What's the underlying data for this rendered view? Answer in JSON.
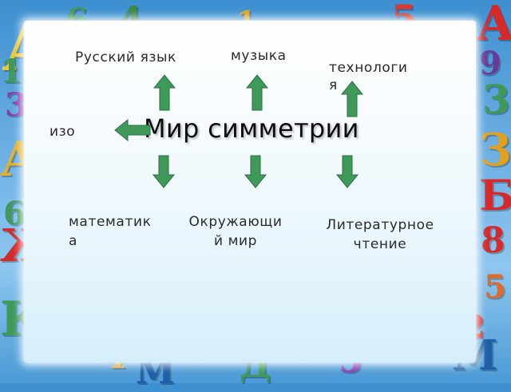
{
  "title": "Мир симметрии",
  "labels": {
    "russian": "Русский язык",
    "music": "музыка",
    "tech_line1": "технологи",
    "tech_line2": "я",
    "art": "изо",
    "math_line1": "математик",
    "math_line2": "а",
    "world_line1": "Окружающи",
    "world_line2": "й мир",
    "lit_line1": "Литературное",
    "lit_line2": "чтение"
  },
  "colors": {
    "arrow": "#3f9a5a",
    "arrow_dark": "#2a7040",
    "text": "#2a2a2a"
  },
  "decor": {
    "letters": [
      "А",
      "З",
      "Б",
      "К",
      "Л",
      "М",
      "М",
      "Д",
      "Б",
      "Л",
      "А",
      "Ж",
      "З"
    ],
    "digits": [
      "4",
      "5",
      "1",
      "6",
      "3",
      "9",
      "8",
      "2"
    ]
  }
}
